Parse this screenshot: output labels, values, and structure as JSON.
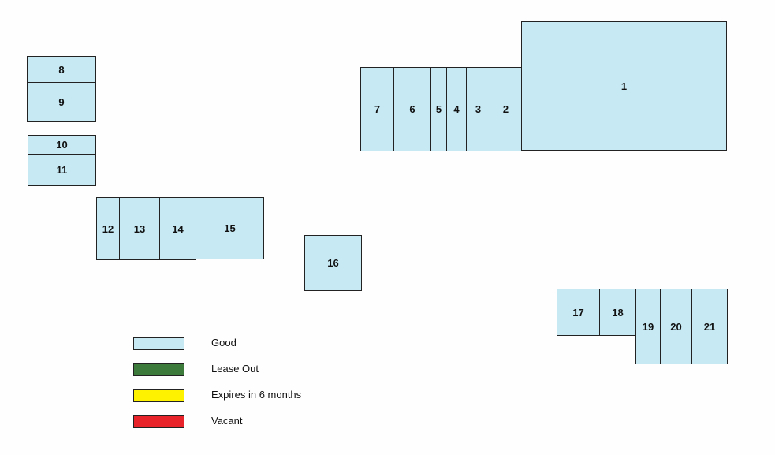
{
  "units": [
    {
      "id": "1",
      "status": "good"
    },
    {
      "id": "2",
      "status": "good"
    },
    {
      "id": "3",
      "status": "good"
    },
    {
      "id": "4",
      "status": "good"
    },
    {
      "id": "5",
      "status": "good"
    },
    {
      "id": "6",
      "status": "good"
    },
    {
      "id": "7",
      "status": "good"
    },
    {
      "id": "8",
      "status": "good"
    },
    {
      "id": "9",
      "status": "good"
    },
    {
      "id": "10",
      "status": "good"
    },
    {
      "id": "11",
      "status": "good"
    },
    {
      "id": "12",
      "status": "good"
    },
    {
      "id": "13",
      "status": "good"
    },
    {
      "id": "14",
      "status": "good"
    },
    {
      "id": "15",
      "status": "good"
    },
    {
      "id": "16",
      "status": "good"
    },
    {
      "id": "17",
      "status": "good"
    },
    {
      "id": "18",
      "status": "good"
    },
    {
      "id": "19",
      "status": "good"
    },
    {
      "id": "20",
      "status": "good"
    },
    {
      "id": "21",
      "status": "good"
    }
  ],
  "legend": [
    {
      "label": "Good",
      "color": "#c6e9f3"
    },
    {
      "label": "Lease Out",
      "color": "#3b7a3b"
    },
    {
      "label": "Expires in 6 months",
      "color": "#fff200"
    },
    {
      "label": "Vacant",
      "color": "#e8232a"
    }
  ]
}
